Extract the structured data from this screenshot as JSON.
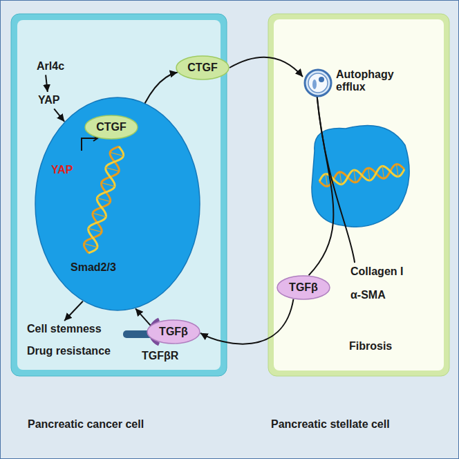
{
  "diagram": {
    "nodes": [
      {
        "text": [
          "Pancreatic cancer cell"
        ]
      },
      {
        "text": [
          "YAP",
          "Smad2/3"
        ],
        "in": 0
      },
      {
        "text": [
          "Arl4c"
        ],
        "in": 0
      },
      {
        "text": [
          "YAP"
        ],
        "in": 0
      },
      {
        "text": [
          "CTGF"
        ],
        "in": 0
      },
      {
        "text": [
          "Cell stemness",
          "Drug resistance"
        ],
        "in": 0
      },
      {
        "text": [
          "CTGF"
        ]
      },
      {
        "text": [
          "Pancreatic stellate cell"
        ]
      },
      {
        "text": [
          "Autophagy efflux"
        ],
        "in": 7
      },
      {
        "text": [
          "TGFβ"
        ],
        "in": 7
      },
      {
        "text": [
          "Collagen I",
          "α-SMA"
        ],
        "in": 7
      },
      {
        "text": [
          "TGFβ"
        ],
        "in": 0
      }
    ],
    "edges": [
      {
        "from": 2,
        "to": 3,
        "arrow": "to"
      },
      {
        "from": 3,
        "to": 1,
        "arrow": "to"
      },
      {
        "from": 4,
        "to": 6,
        "arrow": "to"
      },
      {
        "from": 6,
        "to": 8,
        "arrow": "to"
      },
      {
        "from": 8,
        "to": 9,
        "arrow": "none"
      },
      {
        "from": 8,
        "to": 10,
        "arrow": "none"
      },
      {
        "from": 9,
        "to": 11,
        "arrow": "to"
      },
      {
        "from": 11,
        "to": 1,
        "arrow": "to"
      },
      {
        "from": 1,
        "to": 5,
        "arrow": "to"
      }
    ],
    "labels": [
      "TGFβR",
      "Fibrosis"
    ]
  }
}
